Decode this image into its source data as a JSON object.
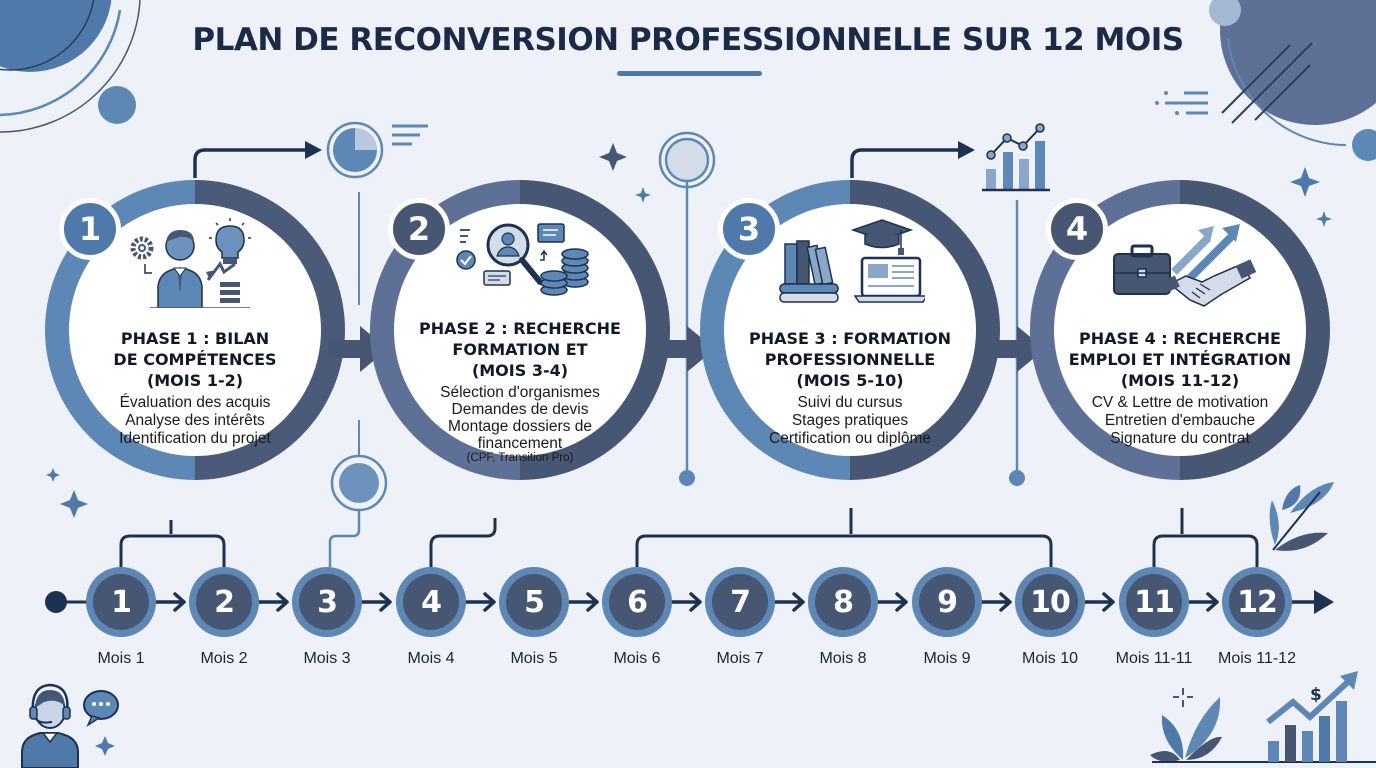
{
  "title": "PLAN DE RECONVERSION PROFESSIONNELLE SUR 12 MOIS",
  "colors": {
    "background": "#eef2f8",
    "title": "#1b2b47",
    "accent_blue": "#4f79a8",
    "dark_slate": "#465673",
    "navy_line": "#1d3150",
    "ring_light": "#5d88b5"
  },
  "phases": [
    {
      "number": "1",
      "title_lines": [
        "PHASE 1 : BILAN",
        "DE COMPÉTENCES",
        "(MOIS 1-2)"
      ],
      "items": [
        "Évaluation des acquis",
        "Analyse des intérêts",
        "Identification du projet"
      ],
      "note": "",
      "icon": "person-gear-lightbulb-growth-icon"
    },
    {
      "number": "2",
      "title_lines": [
        "PHASE 2 : RECHERCHE",
        "FORMATION ET",
        "(MOIS 3-4)"
      ],
      "items": [
        "Sélection d'organismes",
        "Demandes de devis",
        "Montage dossiers de",
        "financement"
      ],
      "note": "(CPF, Transition Pro)",
      "icon": "magnifier-coins-chat-icon"
    },
    {
      "number": "3",
      "title_lines": [
        "PHASE 3 : FORMATION",
        "PROFESSIONNELLE",
        "(MOIS 5-10)"
      ],
      "items": [
        "Suivi du cursus",
        "Stages pratiques",
        "Certification ou diplôme"
      ],
      "note": "",
      "icon": "books-graduation-laptop-icon"
    },
    {
      "number": "4",
      "title_lines": [
        "PHASE 4 : RECHERCHE",
        "EMPLOI ET INTÉGRATION",
        "(MOIS 11-12)"
      ],
      "items": [
        "CV & Lettre de motivation",
        "Entretien d'embauche",
        "Signature du contrat"
      ],
      "note": "",
      "icon": "briefcase-handshake-arrows-icon"
    }
  ],
  "timeline": {
    "months": [
      {
        "number": "1",
        "label": "Mois 1"
      },
      {
        "number": "2",
        "label": "Mois 2"
      },
      {
        "number": "3",
        "label": "Mois 3"
      },
      {
        "number": "4",
        "label": "Mois 4"
      },
      {
        "number": "5",
        "label": "Mois 5"
      },
      {
        "number": "6",
        "label": "Mois 6"
      },
      {
        "number": "7",
        "label": "Mois 7"
      },
      {
        "number": "8",
        "label": "Mois 8"
      },
      {
        "number": "9",
        "label": "Mois 9"
      },
      {
        "number": "10",
        "label": "Mois 10"
      },
      {
        "number": "11",
        "label": "Mois 11-11"
      },
      {
        "number": "12",
        "label": "Mois 11-12"
      }
    ]
  },
  "decorations": {
    "pie-chart-icon": "pie-chart-icon",
    "bar-line-chart-icon": "bar-line-chart-icon",
    "support-agent-icon": "support-agent-icon",
    "plant-icon": "plant-icon",
    "dollar-growth-chart-icon": "dollar-growth-chart-icon",
    "dollar_symbol": "$"
  }
}
